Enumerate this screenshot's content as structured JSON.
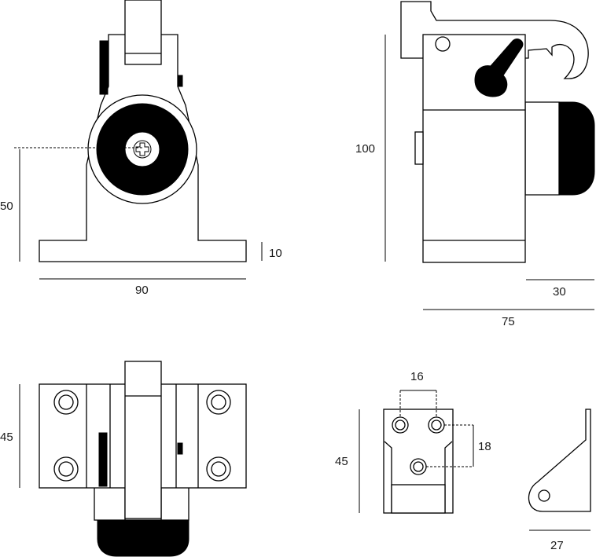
{
  "front_view": {
    "height_dim": "50",
    "base_thickness_dim": "10",
    "width_dim": "90"
  },
  "side_view": {
    "height_dim": "100",
    "depth_dim": "30",
    "length_dim": "75"
  },
  "top_view": {
    "width_dim": "45"
  },
  "plate_view": {
    "hole_spacing_dim": "16",
    "vertical_spacing_dim": "18",
    "height_dim": "45"
  },
  "bracket_view": {
    "width_dim": "27"
  },
  "colors": {
    "ink": "#000000",
    "background": "#ffffff"
  }
}
